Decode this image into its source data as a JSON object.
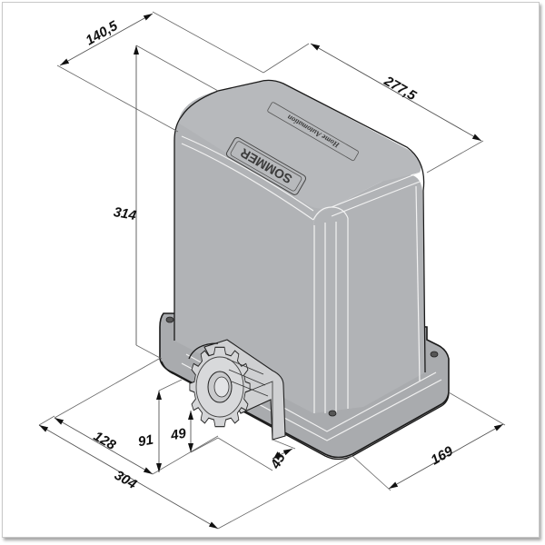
{
  "drawing": {
    "subject": "Sliding gate operator housing",
    "brand_logo": "SOMMER",
    "brand_slogan": "Home Automation",
    "units": "mm"
  },
  "dimensions": {
    "depth_top": "140,5",
    "length_top": "277,5",
    "height_total": "314",
    "base_front_offset": "128",
    "base_total_length": "304",
    "pinion_axis_height": "91",
    "pinion_bottom_height": "49",
    "pinion_offset": "45",
    "base_width": "169"
  },
  "colors": {
    "housing": "#a9abae",
    "outline": "#1a1a1a",
    "highlight": "#f2f2f2",
    "gear": "#d4d5d7",
    "dimension_line": "#555555",
    "frame_shadow": "#8a8a8a"
  }
}
